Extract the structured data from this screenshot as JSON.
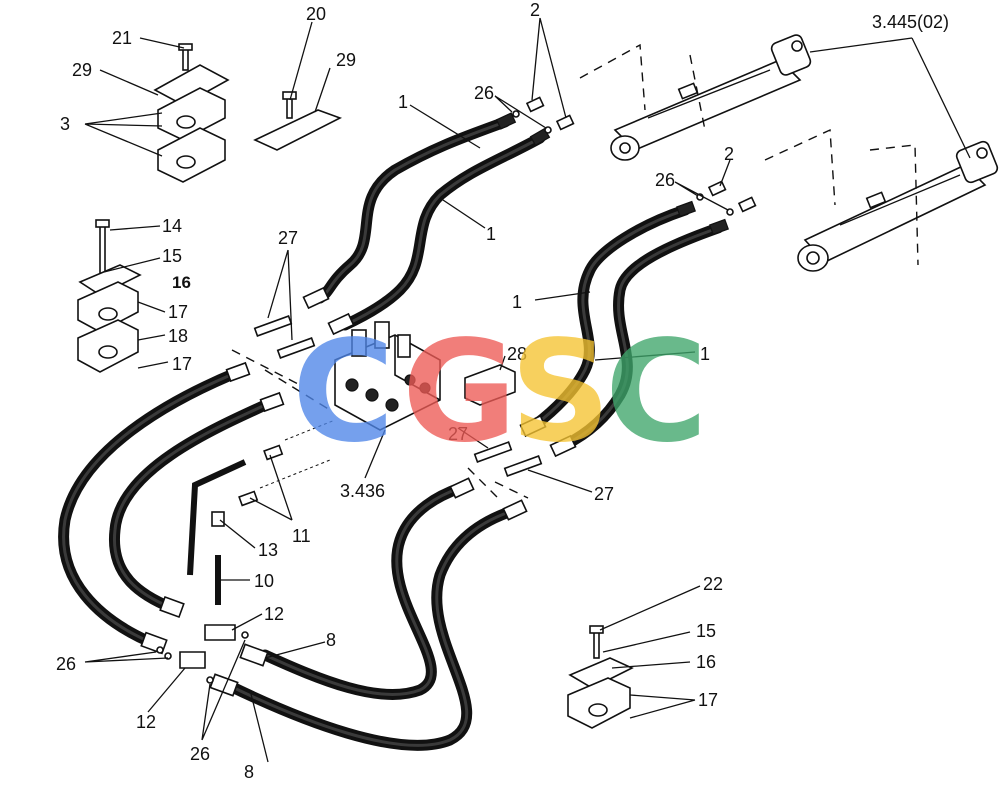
{
  "labels": {
    "hose_a_top": "1",
    "hose_b_top": "1",
    "hose_c_right": "1",
    "hose_d_right": "1",
    "fitting_2_top": "2",
    "fitting_2_mid": "2",
    "clamp_3": "3",
    "cylinder_ref": "3.445(02)",
    "valve_ref": "3.436",
    "hose_8_upper": "8",
    "hose_8_lower": "8",
    "pipe_10": "10",
    "fitting_11": "11",
    "tee_12_right": "12",
    "tee_12_left": "12",
    "elbow_13": "13",
    "bolt_14": "14",
    "washer_15_left": "15",
    "washer_15_right": "15",
    "plate_16_left": "16",
    "plate_16_right": "16",
    "clamp_17_upper": "17",
    "clamp_17_lower": "17",
    "clamp_17_right": "17",
    "clamp_18": "18",
    "screw_20": "20",
    "screw_21": "21",
    "bolt_22": "22",
    "seal_26_top": "26",
    "seal_26_mid": "26",
    "seal_26_left": "26",
    "seal_26_bottom": "26",
    "bolt_27_left": "27",
    "bolt_27_center": "27",
    "bolt_27_right": "27",
    "bracket_28": "28",
    "plate_29_left": "29",
    "plate_29_center": "29"
  },
  "watermark": {
    "letters": [
      "C",
      "G",
      "S",
      "C"
    ],
    "colors": [
      "#4f86e8",
      "#ee5b56",
      "#f6c431",
      "#3fa66b"
    ]
  }
}
